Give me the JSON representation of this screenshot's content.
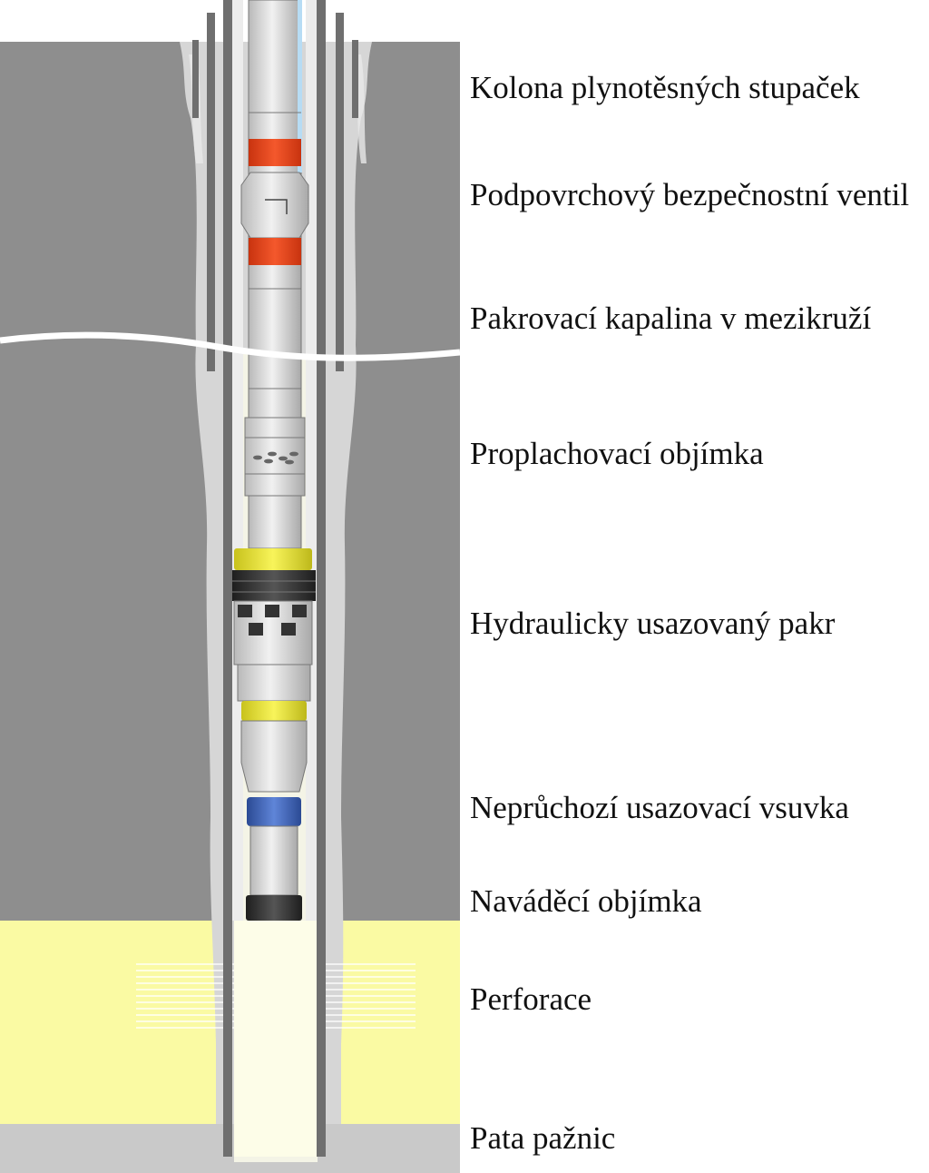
{
  "labels": [
    "Kolona plynotěsných stupaček",
    "Podpovrchový bezpečnostní ventil",
    "Pakrovací kapalina v mezikruží",
    "Proplachovací objímka",
    "Hydraulicky usazovaný pakr",
    "Neprůchozí usazovací vsuvka",
    "Naváděcí objímka",
    "Perforace",
    "Pata pažnic"
  ],
  "colors": {
    "formation": "#8e8e8e",
    "reservoir": "#fafaa3",
    "cement": "#d6d6d6",
    "casing": "#6f6f6f",
    "tubing": "#e1e1e1",
    "safety_valve_band": "#e9421c",
    "packer_yellow": "#efe92c",
    "packer_rubber": "#2c2c2c",
    "nipple_blue": "#3f64b8",
    "shoe_dark": "#3a3a3a",
    "bottom_grey": "#c9c9c9"
  }
}
